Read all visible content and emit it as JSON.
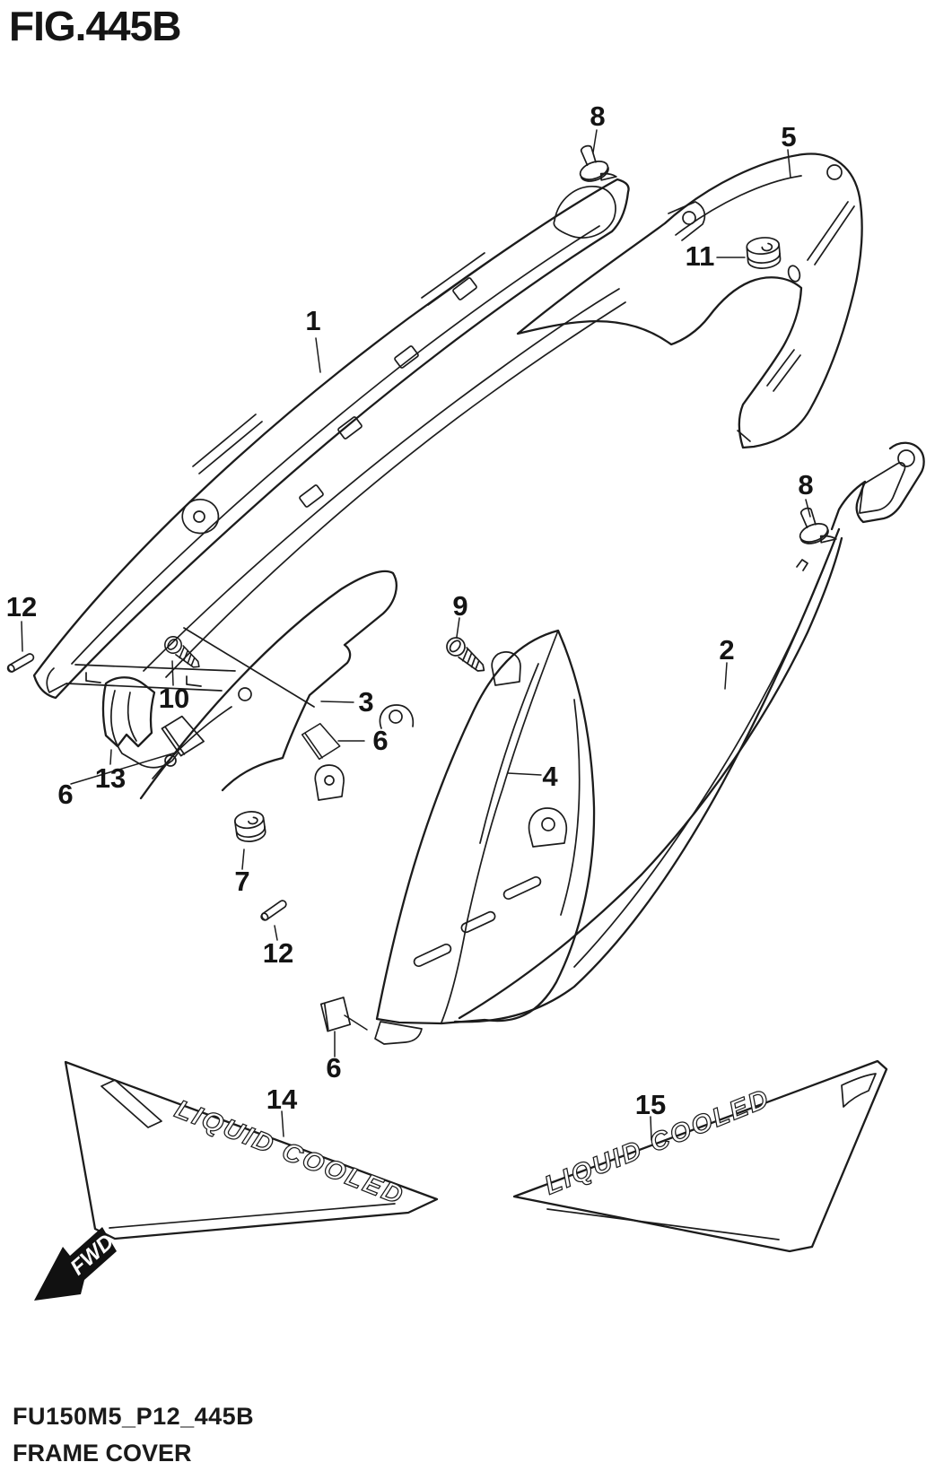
{
  "figure": {
    "title": "FIG.445B",
    "code": "FU150M5_P12_445B",
    "name": "FRAME COVER"
  },
  "ink_color": "#1c1c1c",
  "callouts": {
    "c1": "1",
    "c2": "2",
    "c3": "3",
    "c4": "4",
    "c5": "5",
    "c6": "6",
    "c7": "7",
    "c8": "8",
    "c9": "9",
    "c10": "10",
    "c11": "11",
    "c12": "12",
    "c13": "13",
    "c14": "14",
    "c15": "15"
  },
  "decals": {
    "left_text": "LIQUID COOLED",
    "right_text": "LIQUID COOLED"
  },
  "direction_marker": {
    "label": "FWD"
  }
}
